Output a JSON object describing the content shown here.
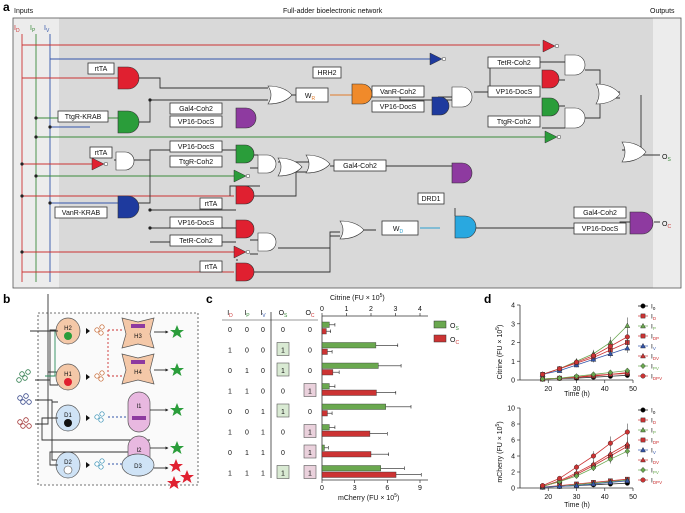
{
  "panel_a": {
    "letter": "a",
    "header_inputs": "Inputs",
    "header_network": "Full-adder bioelectronic network",
    "header_outputs": "Outputs",
    "input_D": "D",
    "input_P": "P",
    "input_V": "V",
    "boxes": [
      "rtTA",
      "TtgR-KRAB",
      "Gal4-Coh2",
      "VP16-DocS",
      "HRH2",
      "VanR-Coh2",
      "VP16-DocS",
      "TetR-Coh2",
      "VP16-DocS",
      "TtgR-Coh2",
      "rtTA",
      "VP16-DocS",
      "TtgR-Coh2",
      "Gal4-Coh2",
      "VanR-KRAB",
      "rtTA",
      "VP16-DocS",
      "TetR-Coh2",
      "DRD1",
      "Gal4-Coh2",
      "VP16-DocS",
      "rtTA"
    ],
    "w_r": "W",
    "w_r_sub": "R",
    "w_d": "W",
    "w_d_sub": "D",
    "out_s": "O",
    "out_s_sub": "S",
    "out_c": "O",
    "out_c_sub": "C"
  },
  "panel_b": {
    "letter": "b",
    "cells": [
      "H2",
      "H3",
      "H1",
      "H4",
      "D1",
      "I1",
      "I2",
      "D2",
      "D3"
    ]
  },
  "panel_c": {
    "letter": "c",
    "columns": [
      "I",
      "I",
      "I",
      "O",
      "O"
    ],
    "column_subs": [
      "D",
      "P",
      "V",
      "S",
      "C"
    ],
    "rows": [
      [
        "0",
        "0",
        "0",
        "0",
        "0"
      ],
      [
        "1",
        "0",
        "0",
        "1",
        "0"
      ],
      [
        "0",
        "1",
        "0",
        "1",
        "0"
      ],
      [
        "1",
        "1",
        "0",
        "0",
        "1"
      ],
      [
        "0",
        "0",
        "1",
        "1",
        "0"
      ],
      [
        "1",
        "0",
        "1",
        "0",
        "1"
      ],
      [
        "0",
        "1",
        "1",
        "0",
        "1"
      ],
      [
        "1",
        "1",
        "1",
        "1",
        "1"
      ]
    ],
    "top_axis_label": "Citrine (FU × 10",
    "top_axis_exp": "5",
    "top_ticks": [
      "0",
      "1",
      "2",
      "3",
      "4"
    ],
    "bottom_axis_label": "mCherry (FU × 10",
    "bottom_axis_exp": "5",
    "bottom_ticks": [
      "0",
      "3",
      "6",
      "9"
    ],
    "legend": [
      {
        "label": "O",
        "sub": "S",
        "color": "#6aa84f"
      },
      {
        "label": "O",
        "sub": "C",
        "color": "#cc3333"
      }
    ]
  },
  "panel_d": {
    "letter": "d",
    "x_label": "Time (h)",
    "x_ticks": [
      "20",
      "30",
      "40",
      "50"
    ],
    "top_y_label": "Citrine (FU × 10",
    "top_y_exp": "5",
    "top_y_ticks": [
      "0",
      "1",
      "2",
      "3",
      "4"
    ],
    "bottom_y_label": "mCherry (FU × 10",
    "bottom_y_exp": "5",
    "bottom_y_ticks": [
      "0",
      "2",
      "4",
      "6",
      "8",
      "10"
    ],
    "legend": [
      {
        "label": "I",
        "sub": "0",
        "color": "#000000"
      },
      {
        "label": "I",
        "sub": "D",
        "color": "#cc3333"
      },
      {
        "label": "I",
        "sub": "P",
        "color": "#6aa84f"
      },
      {
        "label": "I",
        "sub": "DP",
        "color": "#cc3333"
      },
      {
        "label": "I",
        "sub": "V",
        "color": "#3355aa"
      },
      {
        "label": "I",
        "sub": "DV",
        "color": "#cc3333"
      },
      {
        "label": "I",
        "sub": "PV",
        "color": "#6aa84f"
      },
      {
        "label": "I",
        "sub": "DPV",
        "color": "#cc3333"
      }
    ]
  },
  "chart_data": [
    {
      "type": "bar",
      "title": "",
      "categories": [
        "000",
        "100",
        "010",
        "110",
        "001",
        "101",
        "011",
        "111"
      ],
      "series": [
        {
          "name": "OS",
          "values": [
            0.3,
            2.2,
            2.3,
            0.3,
            2.6,
            0.3,
            0.1,
            2.4
          ]
        },
        {
          "name": "OC",
          "values": [
            0.4,
            0.5,
            1.0,
            5.0,
            0.5,
            4.4,
            4.5,
            6.8
          ]
        }
      ],
      "xlabel_top": "Citrine (FU × 10^5)",
      "xlim_top": [
        0,
        4
      ],
      "xlabel_bottom": "mCherry (FU × 10^5)",
      "xlim_bottom": [
        0,
        9
      ]
    },
    {
      "type": "line",
      "xlabel": "Time (h)",
      "ylabel": "Citrine (FU × 10^5)",
      "xlim": [
        10,
        50
      ],
      "ylim": [
        0,
        4
      ],
      "x": [
        18,
        24,
        30,
        36,
        42,
        48
      ],
      "series": [
        {
          "name": "I0",
          "values": [
            0.05,
            0.08,
            0.1,
            0.15,
            0.2,
            0.25
          ]
        },
        {
          "name": "ID",
          "values": [
            0.3,
            0.6,
            0.9,
            1.2,
            1.6,
            2.0
          ]
        },
        {
          "name": "IP",
          "values": [
            0.3,
            0.6,
            1.0,
            1.4,
            2.0,
            2.9
          ]
        },
        {
          "name": "IDP",
          "values": [
            0.05,
            0.1,
            0.15,
            0.2,
            0.3,
            0.35
          ]
        },
        {
          "name": "IV",
          "values": [
            0.3,
            0.5,
            0.8,
            1.1,
            1.4,
            1.7
          ]
        },
        {
          "name": "IDV",
          "values": [
            0.05,
            0.1,
            0.15,
            0.25,
            0.3,
            0.4
          ]
        },
        {
          "name": "IPV",
          "values": [
            0.05,
            0.1,
            0.2,
            0.3,
            0.4,
            0.5
          ]
        },
        {
          "name": "IDPV",
          "values": [
            0.3,
            0.6,
            0.95,
            1.3,
            1.8,
            2.3
          ]
        }
      ]
    },
    {
      "type": "line",
      "xlabel": "Time (h)",
      "ylabel": "mCherry (FU × 10^5)",
      "xlim": [
        10,
        50
      ],
      "ylim": [
        0,
        10
      ],
      "x": [
        18,
        24,
        30,
        36,
        42,
        48
      ],
      "series": [
        {
          "name": "I0",
          "values": [
            0.1,
            0.2,
            0.3,
            0.4,
            0.5,
            0.6
          ]
        },
        {
          "name": "ID",
          "values": [
            0.1,
            0.3,
            0.5,
            0.7,
            0.9,
            1.1
          ]
        },
        {
          "name": "IP",
          "values": [
            0.1,
            0.2,
            0.4,
            0.6,
            0.8,
            1.0
          ]
        },
        {
          "name": "IDP",
          "values": [
            0.2,
            0.8,
            1.7,
            2.8,
            4.0,
            5.2
          ]
        },
        {
          "name": "IV",
          "values": [
            0.1,
            0.2,
            0.3,
            0.5,
            0.7,
            0.9
          ]
        },
        {
          "name": "IDV",
          "values": [
            0.2,
            0.9,
            1.9,
            3.0,
            4.3,
            5.5
          ]
        },
        {
          "name": "IPV",
          "values": [
            0.2,
            0.8,
            1.5,
            2.5,
            3.6,
            4.6
          ]
        },
        {
          "name": "IDPV",
          "values": [
            0.3,
            1.2,
            2.6,
            4.0,
            5.6,
            7.0
          ]
        }
      ]
    }
  ]
}
